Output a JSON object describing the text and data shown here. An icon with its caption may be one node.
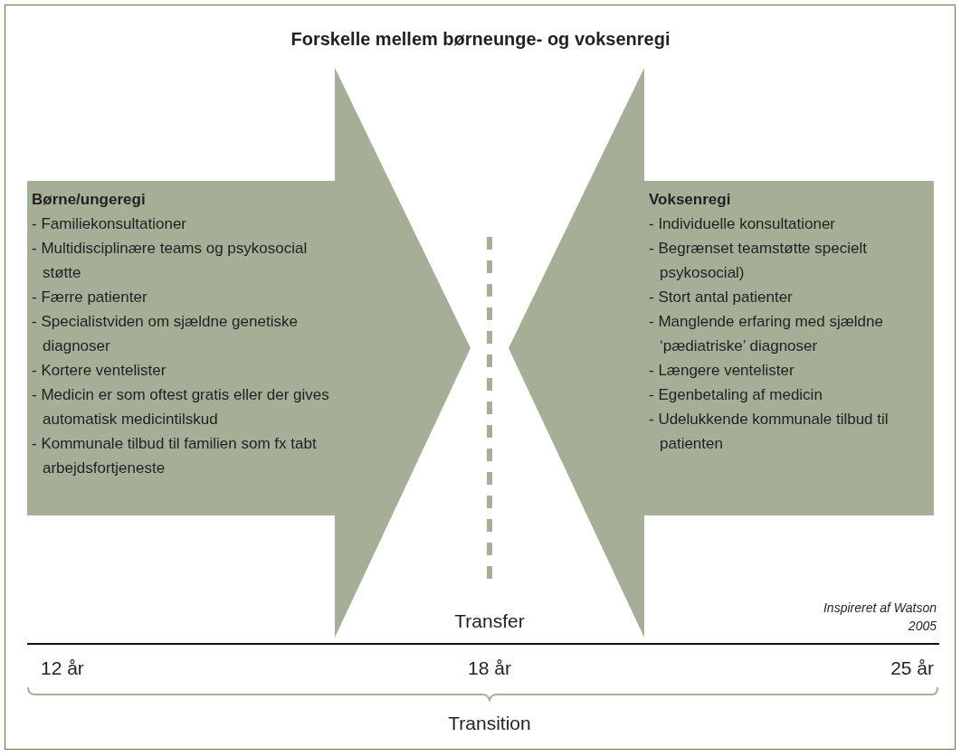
{
  "diagram": {
    "title": "Forskelle mellem børneunge- og voksenregi",
    "nodes": [
      {
        "text": [
          "Børne/ungeregi",
          "- Familiekonsultationer",
          "- Multidisciplinære teams og psykosocial støtte",
          "- Færre patienter",
          "- Specialistviden om sjældne genetiske diagnoser",
          "- Kortere ventelister",
          "- Medicin er som oftest gratis eller der gives automatisk medicintilskud",
          "- Kommunale tilbud til familien som fx tabt arbejdsfortjeneste"
        ]
      },
      {
        "text": [
          "Voksenregi",
          "- Individuelle konsultationer",
          "- Begrænset teamstøtte specielt psykosocial)",
          "- Stort antal patienter",
          "- Manglende erfaring med sjældne ‘pædiatriske’ diagnoser",
          "- Længere ventelister",
          "- Egenbetaling af medicin",
          "- Udelukkende kommunale tilbud til patienten"
        ]
      }
    ],
    "edges": [],
    "labels": [
      "Transfer",
      "Inspireret af Watson 2005",
      "12 år",
      "18 år",
      "25 år",
      "Transition"
    ]
  }
}
